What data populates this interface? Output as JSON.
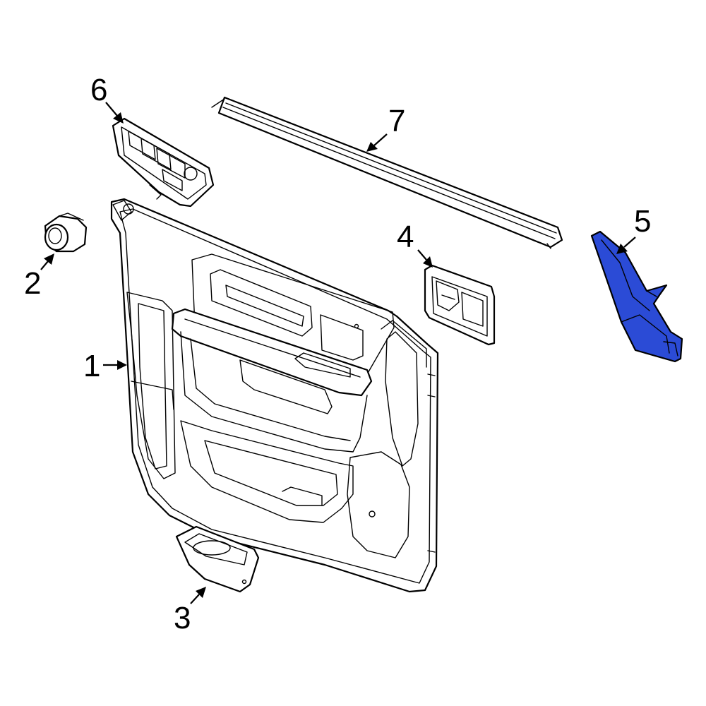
{
  "diagram": {
    "highlight_color": "#2b4bd6",
    "callouts": [
      {
        "label": "1",
        "part": "door-trim-panel"
      },
      {
        "label": "2",
        "part": "push-pin-retainer"
      },
      {
        "label": "3",
        "part": "door-pocket-bin"
      },
      {
        "label": "4",
        "part": "inside-handle-bezel"
      },
      {
        "label": "5",
        "part": "trim-panel-end-cap"
      },
      {
        "label": "6",
        "part": "window-switch-bezel"
      },
      {
        "label": "7",
        "part": "belt-weatherstrip"
      }
    ]
  }
}
